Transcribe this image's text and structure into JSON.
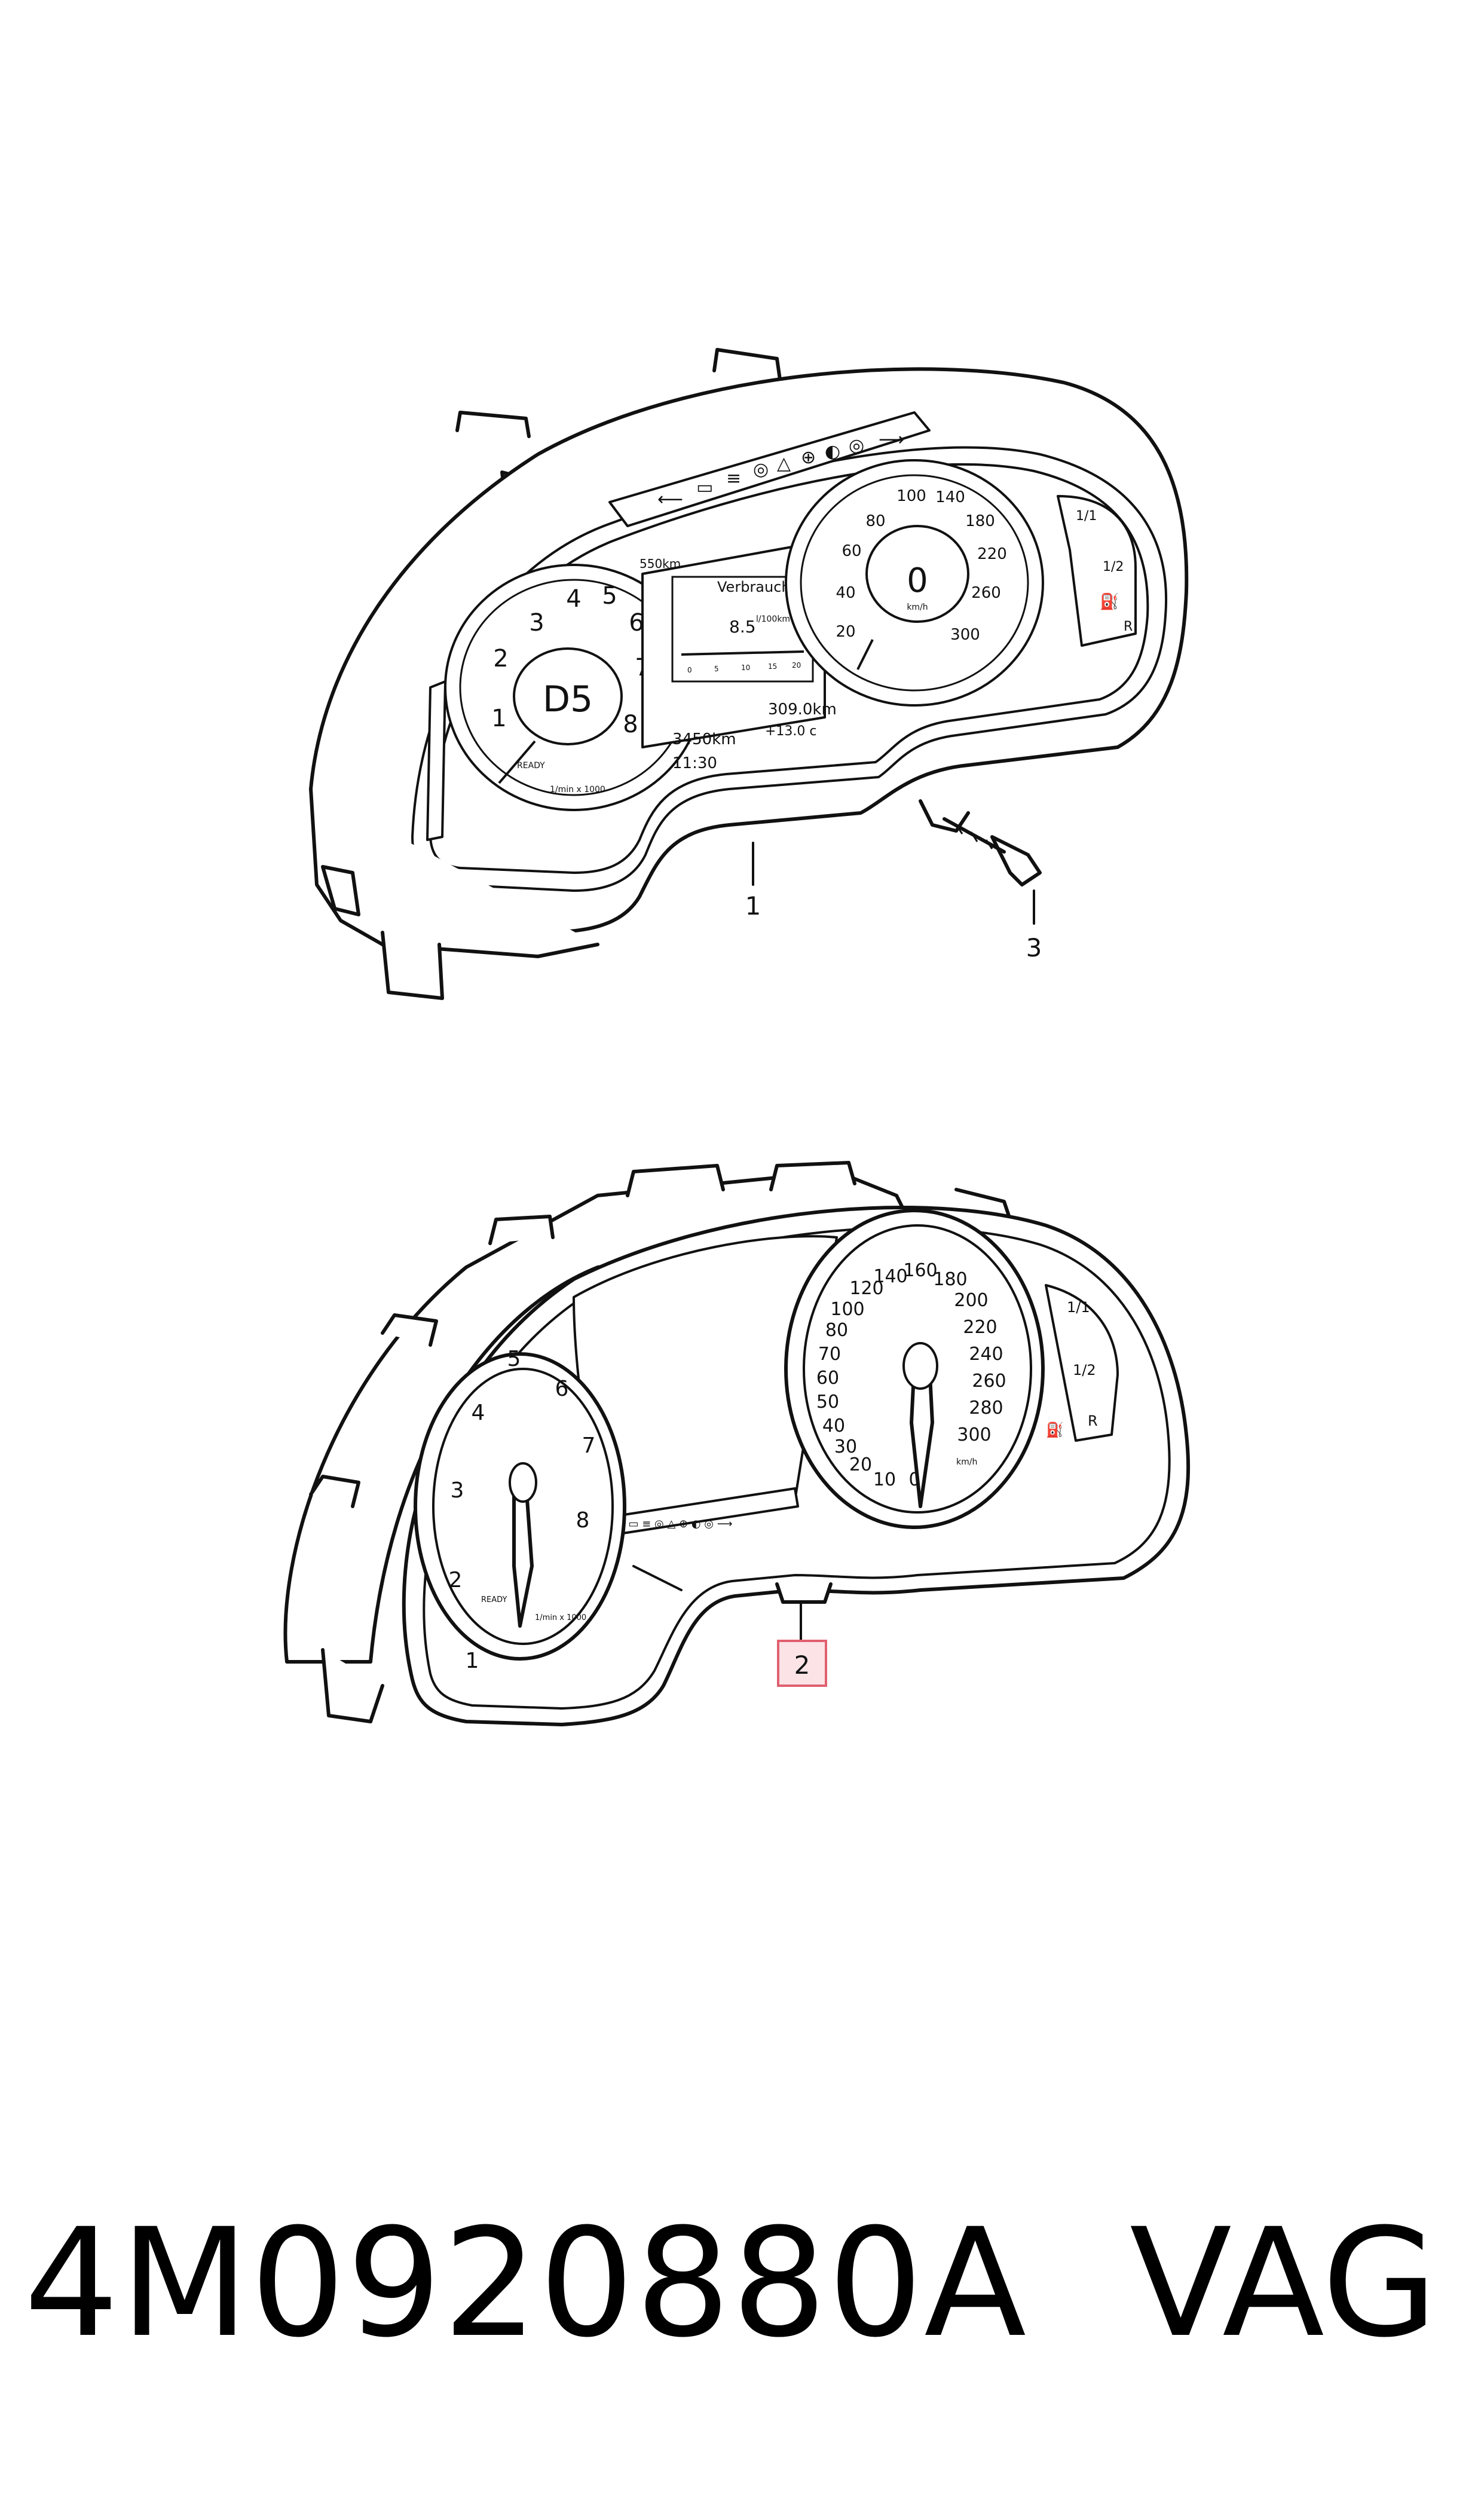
{
  "upper_cluster": {
    "tacho_gear": "D5",
    "tacho_numbers": [
      "1",
      "2",
      "3",
      "4",
      "5",
      "6",
      "7",
      "8"
    ],
    "tacho_ready": "READY",
    "tacho_unit": "1/min x 1000",
    "display_range": "550km",
    "display_title": "Verbrauch",
    "display_value": "8.5",
    "display_unit": "l/100km",
    "display_scale": [
      "0",
      "5",
      "10",
      "15",
      "20"
    ],
    "odometer": "3450km",
    "time": "11:30",
    "trip": "309.0km",
    "temperature": "+13.0 c",
    "speed_value": "0",
    "speed_unit": "km/h",
    "speed_numbers": [
      "20",
      "40",
      "60",
      "80",
      "100",
      "140",
      "180",
      "220",
      "260",
      "300"
    ],
    "fuel_labels": [
      "1/1",
      "1/2",
      "R"
    ]
  },
  "lower_cluster": {
    "tacho_numbers": [
      "1",
      "2",
      "3",
      "4",
      "5",
      "6",
      "7",
      "8"
    ],
    "tacho_ready": "READY",
    "tacho_unit": "1/min x 1000",
    "speed_numbers": [
      "0",
      "10",
      "20",
      "30",
      "40",
      "50",
      "60",
      "70",
      "80",
      "100",
      "120",
      "140",
      "160",
      "180",
      "200",
      "220",
      "240",
      "260",
      "280",
      "300"
    ],
    "speed_unit": "km/h",
    "fuel_labels": [
      "1/1",
      "1/2",
      "R"
    ]
  },
  "callouts": [
    {
      "number": "1",
      "highlighted": false
    },
    {
      "number": "2",
      "highlighted": true
    },
    {
      "number": "3",
      "highlighted": false
    }
  ],
  "highlight_color": "#e06070",
  "footer": {
    "part_number": "4M0920880A",
    "brand": "VAG"
  }
}
